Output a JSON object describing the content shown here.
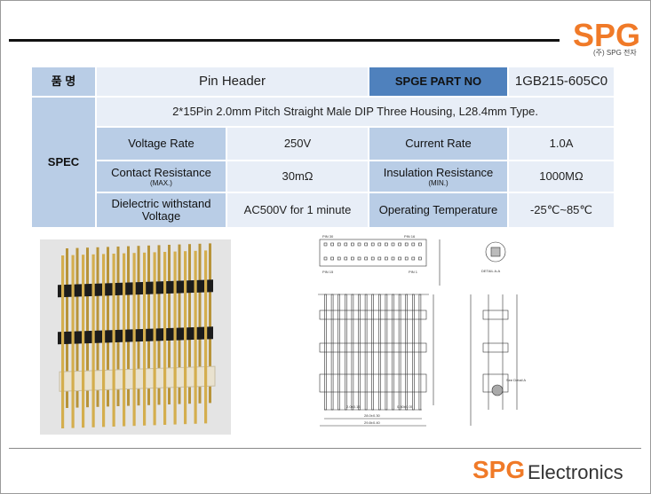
{
  "brand": {
    "logo": "SPG",
    "sub": "(주) SPG 전자",
    "electronics": "Electronics",
    "color": "#f07a28"
  },
  "table": {
    "product_name_label": "품  명",
    "product_name": "Pin Header",
    "part_no_label": "SPGE PART NO",
    "part_no": "1GB215-605C0",
    "spec_label": "SPEC",
    "description": "2*15Pin 2.0mm Pitch Straight Male DIP Three Housing, L28.4mm Type.",
    "rows": [
      {
        "l_label": "Voltage Rate",
        "l_sub": "",
        "l_value": "250V",
        "r_label": "Current Rate",
        "r_sub": "",
        "r_value": "1.0A"
      },
      {
        "l_label": "Contact Resistance",
        "l_sub": "(MAX.)",
        "l_value": "30mΩ",
        "r_label": "Insulation Resistance",
        "r_sub": "(MIN.)",
        "r_value": "1000MΩ"
      },
      {
        "l_label": "Dielectric withstand Voltage",
        "l_sub": "",
        "l_value": "AC500V for 1 minute",
        "r_label": "Operating Temperature",
        "r_sub": "",
        "r_value": "-25℃~85℃"
      }
    ]
  },
  "drawing": {
    "pin30": "PIN 30",
    "pin16": "PIN 16",
    "pin15": "PIN 15",
    "pin1": "PIN 1",
    "detail": "DETAIL A-A",
    "see_detail": "See Detail A",
    "dim_pitch": "2.0±0.15",
    "dim_tol": "0.50±0.05",
    "dim_w1": "28.0±0.30",
    "dim_w2": "29.8±0.40"
  }
}
